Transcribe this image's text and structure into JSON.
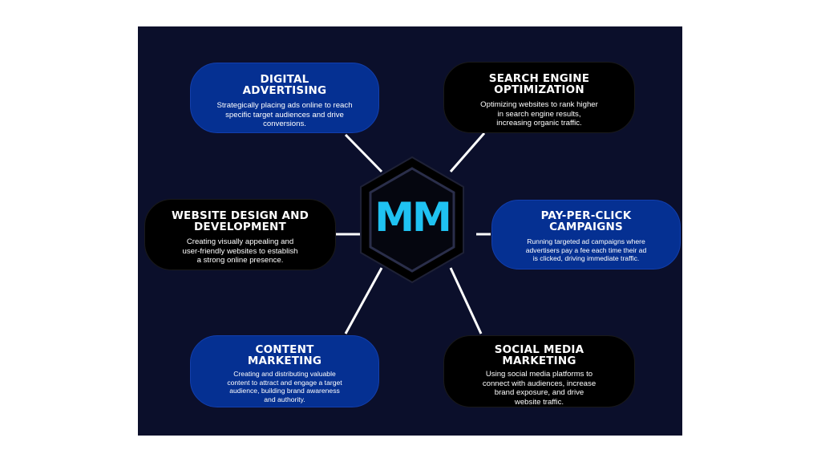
{
  "logo": {
    "text": "MM",
    "color": "#1fc2f2"
  },
  "colors": {
    "background": "#0b0f2b",
    "blue_card": "#053092",
    "black_card": "#000000",
    "connector": "#ffffff"
  },
  "cards": {
    "digital_advertising": {
      "title": "DIGITAL\nADVERTISING",
      "description": "Strategically placing ads online to reach specific target audiences and drive conversions."
    },
    "seo": {
      "title": "SEARCH ENGINE\nOPTIMIZATION",
      "description": "Optimizing websites to rank higher in search engine results, increasing organic traffic."
    },
    "website_design": {
      "title": "WEBSITE DESIGN AND\nDEVELOPMENT",
      "description": "Creating visually appealing and user-friendly websites to establish a strong online presence."
    },
    "ppc": {
      "title": "PAY-PER-CLICK\nCAMPAIGNS",
      "description": "Running targeted ad campaigns where advertisers pay a fee each time their ad is clicked, driving immediate traffic."
    },
    "content_marketing": {
      "title": "CONTENT\nMARKETING",
      "description": "Creating and distributing valuable content to attract and engage a target audience, building brand awareness and authority."
    },
    "social_media": {
      "title": "SOCIAL MEDIA\nMARKETING",
      "description": "Using social media platforms to connect with audiences, increase brand exposure, and drive website traffic."
    }
  }
}
